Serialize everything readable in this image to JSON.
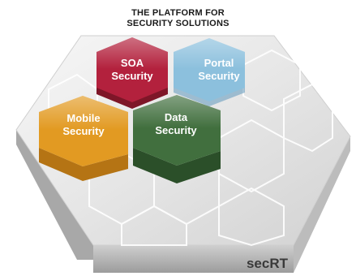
{
  "header": {
    "line1": "THE PLATFORM FOR",
    "line2": "SECURITY SOLUTIONS"
  },
  "hexagons": [
    {
      "key": "soa",
      "line1": "SOA",
      "line2": "Security",
      "color": "#b0203a",
      "side": "#7e1628"
    },
    {
      "key": "portal",
      "line1": "Portal",
      "line2": "Security",
      "color": "#7ab3d4",
      "side": "#5a8fad"
    },
    {
      "key": "mobile",
      "line1": "Mobile",
      "line2": "Security",
      "color": "#e0961e",
      "side": "#b57414"
    },
    {
      "key": "data",
      "line1": "Data",
      "line2": "Security",
      "color": "#3f6f3c",
      "side": "#2b4f29"
    }
  ],
  "platform": {
    "brand": "secRT",
    "top_color": "#e9e9e9",
    "side_color": "#b9b9b9"
  }
}
